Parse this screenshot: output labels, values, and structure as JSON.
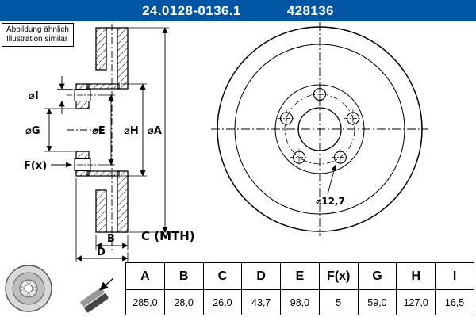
{
  "header": {
    "part_number": "24.0128-0136.1",
    "ref_number": "428136"
  },
  "note": {
    "line1": "Abbildung ähnlich",
    "line2": "Illustration similar"
  },
  "section_labels": {
    "dia_i": "⌀I",
    "dia_g": "⌀G",
    "dia_e": "⌀E",
    "dia_h": "⌀H",
    "dia_a": "⌀A",
    "f": "F(x)",
    "b": "B",
    "c_mth": "C (MTH)",
    "d": "D"
  },
  "front_labels": {
    "hole_dia": "⌀12,7"
  },
  "table": {
    "headers": [
      "A",
      "B",
      "C",
      "D",
      "E",
      "F(x)",
      "G",
      "H",
      "I"
    ],
    "values": [
      "285,0",
      "28,0",
      "26,0",
      "43,7",
      "98,0",
      "5",
      "59,0",
      "127,0",
      "16,5"
    ]
  },
  "colors": {
    "header_bg": "#0056A4",
    "line": "#000000"
  }
}
